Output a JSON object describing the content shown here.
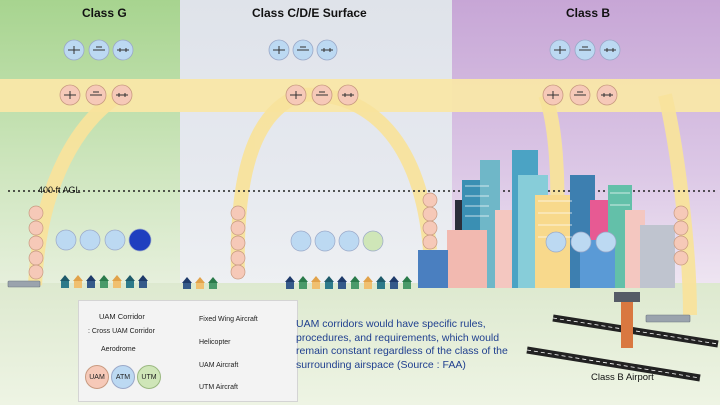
{
  "zones": {
    "class_g": "Class G",
    "class_cde": "Class C/D/E Surface",
    "class_b": "Class B"
  },
  "altitude_label": "400 ft AGL",
  "legend": {
    "uam_corridor": "UAM Corridor",
    "cross_uam_corridor": ": Cross UAM Corridor",
    "aerodrome": "Aerodrome",
    "circles": [
      "UAM",
      "ATM",
      "UTM"
    ],
    "fixed_wing": "Fixed Wing Aircraft",
    "helicopter": "Helicopter",
    "uam_aircraft": "UAM Aircraft",
    "utm_aircraft": "UTM Aircraft"
  },
  "caption": "UAM corridors would have specific rules, procedures, and requirements, which would remain constant regardless of the class of the surrounding airspace (Source : FAA)",
  "airport_label": "Class B Airport",
  "colors": {
    "uam": "#f6c9b8",
    "atm": "#bcd9f2",
    "utm": "#cfe6b8",
    "corridor": "#f9e7a8"
  }
}
